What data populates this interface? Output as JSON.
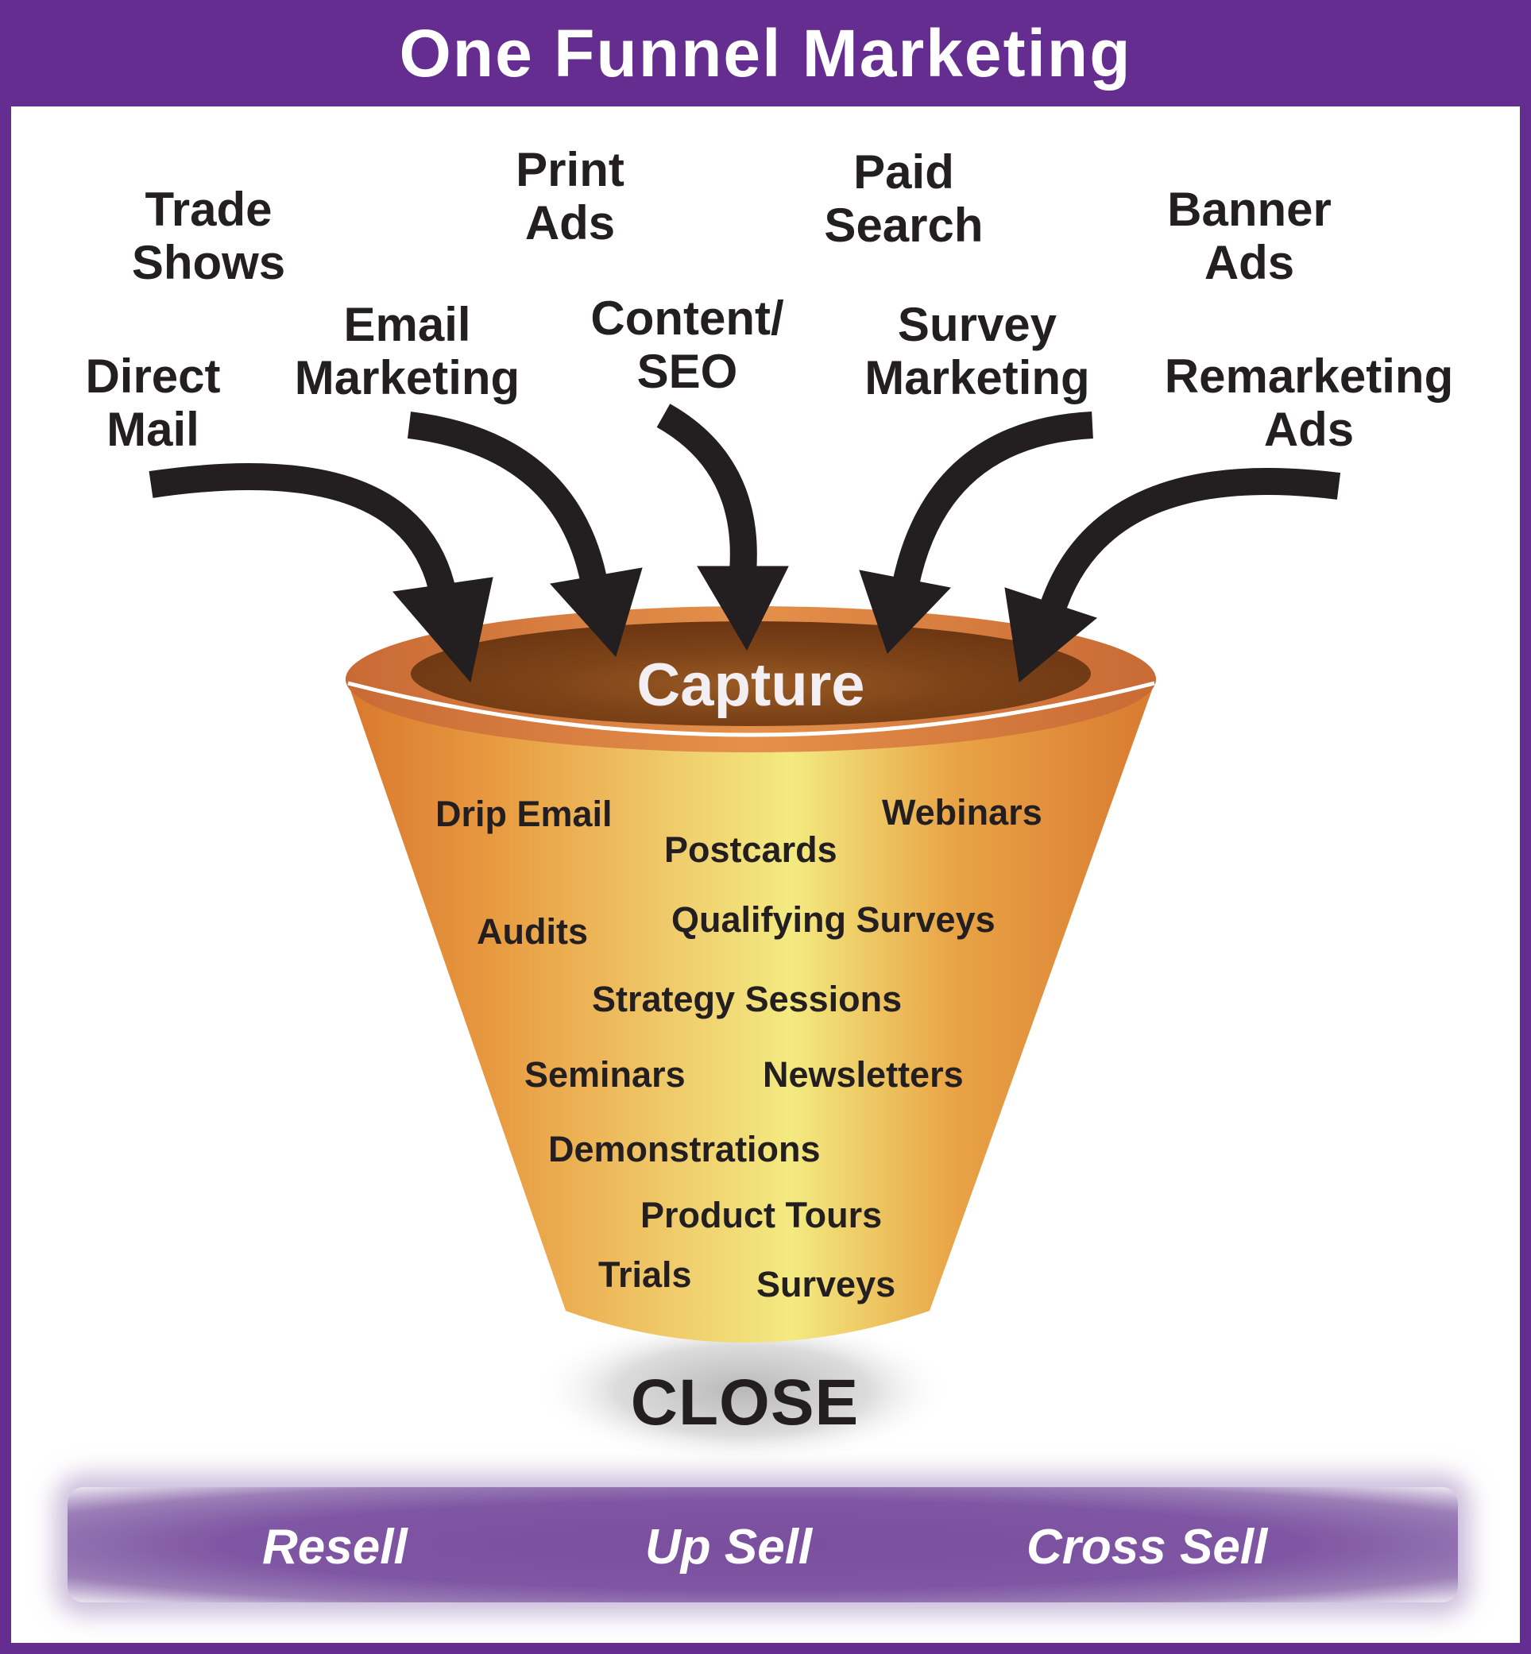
{
  "title": "One Funnel Marketing",
  "sources": [
    {
      "id": "trade-shows",
      "lines": [
        "Trade",
        "Shows"
      ]
    },
    {
      "id": "print-ads",
      "lines": [
        "Print",
        "Ads"
      ]
    },
    {
      "id": "paid-search",
      "lines": [
        "Paid",
        "Search"
      ]
    },
    {
      "id": "banner-ads",
      "lines": [
        "Banner",
        "Ads"
      ]
    },
    {
      "id": "direct-mail",
      "lines": [
        "Direct",
        "Mail"
      ]
    },
    {
      "id": "email-marketing",
      "lines": [
        "Email",
        "Marketing"
      ]
    },
    {
      "id": "content-seo",
      "lines": [
        "Content/",
        "SEO"
      ]
    },
    {
      "id": "survey-marketing",
      "lines": [
        "Survey",
        "Marketing"
      ]
    },
    {
      "id": "remarketing-ads",
      "lines": [
        "Remarketing",
        "Ads"
      ]
    }
  ],
  "funnel": {
    "top_label": "Capture",
    "items": [
      "Drip Email",
      "Postcards",
      "Webinars",
      "Audits",
      "Qualifying Surveys",
      "Strategy Sessions",
      "Seminars",
      "Newsletters",
      "Demonstrations",
      "Product Tours",
      "Trials",
      "Surveys"
    ],
    "bottom_label": "CLOSE"
  },
  "post_sale": [
    "Resell",
    "Up Sell",
    "Cross Sell"
  ],
  "colors": {
    "purple": "#642d8f",
    "funnel_orange": "#e8953a",
    "funnel_yellow": "#f1e57b",
    "rim": "#c4733a",
    "arrow": "#231f20"
  }
}
